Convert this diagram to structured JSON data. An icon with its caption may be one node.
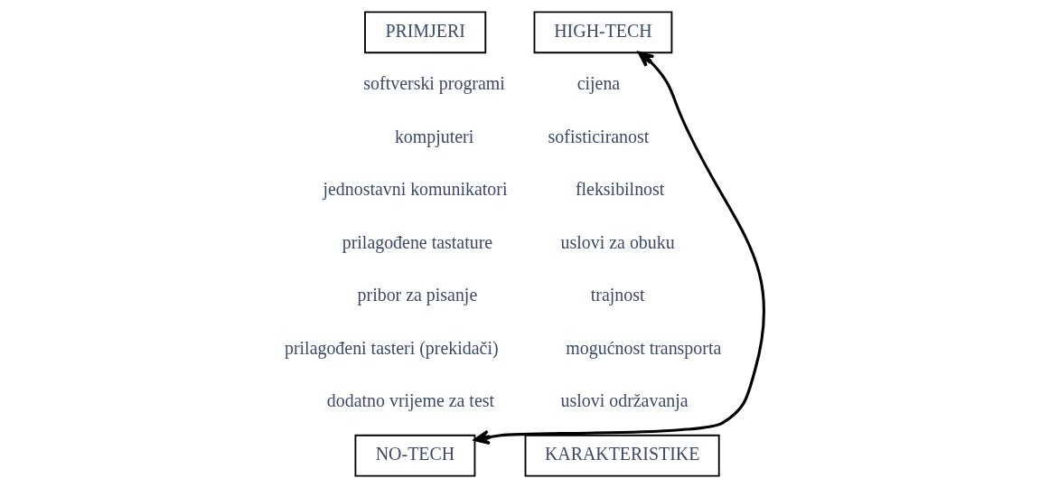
{
  "diagram": {
    "nodes": [
      {
        "text": [
          "PRIMJERI"
        ]
      },
      {
        "text": [
          "HIGH-TECH"
        ]
      },
      {
        "text": [
          "NO-TECH"
        ]
      },
      {
        "text": [
          "KARAKTERISTIKE"
        ]
      }
    ],
    "edges": [
      {
        "from": 2,
        "to": 1,
        "arrow": "both"
      }
    ],
    "labels": [
      "softverski programi",
      "cijena",
      "kompjuteri",
      "sofisticiranost",
      "jednostavni komunikatori",
      "fleksibilnost",
      "prilagođene tastature",
      "uslovi za obuku",
      "pribor za pisanje",
      "trajnost",
      "prilagođeni tasteri (prekidači)",
      "mogućnost transporta",
      "dodatno vrijeme za test",
      "uslovi održavanja"
    ]
  }
}
